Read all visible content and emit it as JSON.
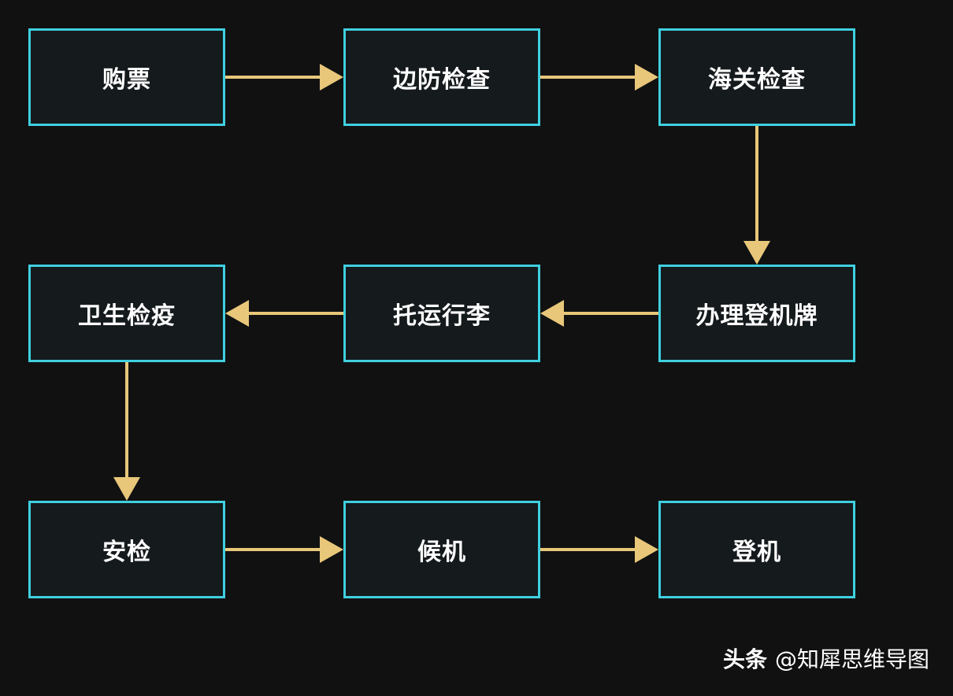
{
  "diagram": {
    "nodes": [
      {
        "id": "n1",
        "label": "购票"
      },
      {
        "id": "n2",
        "label": "边防检查"
      },
      {
        "id": "n3",
        "label": "海关检查"
      },
      {
        "id": "n4",
        "label": "办理登机牌"
      },
      {
        "id": "n5",
        "label": "托运行李"
      },
      {
        "id": "n6",
        "label": "卫生检疫"
      },
      {
        "id": "n7",
        "label": "安检"
      },
      {
        "id": "n8",
        "label": "候机"
      },
      {
        "id": "n9",
        "label": "登机"
      }
    ],
    "edges": [
      {
        "from": "n1",
        "to": "n2"
      },
      {
        "from": "n2",
        "to": "n3"
      },
      {
        "from": "n3",
        "to": "n4"
      },
      {
        "from": "n4",
        "to": "n5"
      },
      {
        "from": "n5",
        "to": "n6"
      },
      {
        "from": "n6",
        "to": "n7"
      },
      {
        "from": "n7",
        "to": "n8"
      },
      {
        "from": "n8",
        "to": "n9"
      }
    ],
    "colors": {
      "background": "#111111",
      "node_fill": "#151a1d",
      "node_border": "#3fd0e0",
      "node_text": "#ffffff",
      "arrow": "#e8c77a"
    }
  },
  "watermark": {
    "brand": "头条",
    "handle": "@知犀思维导图"
  }
}
